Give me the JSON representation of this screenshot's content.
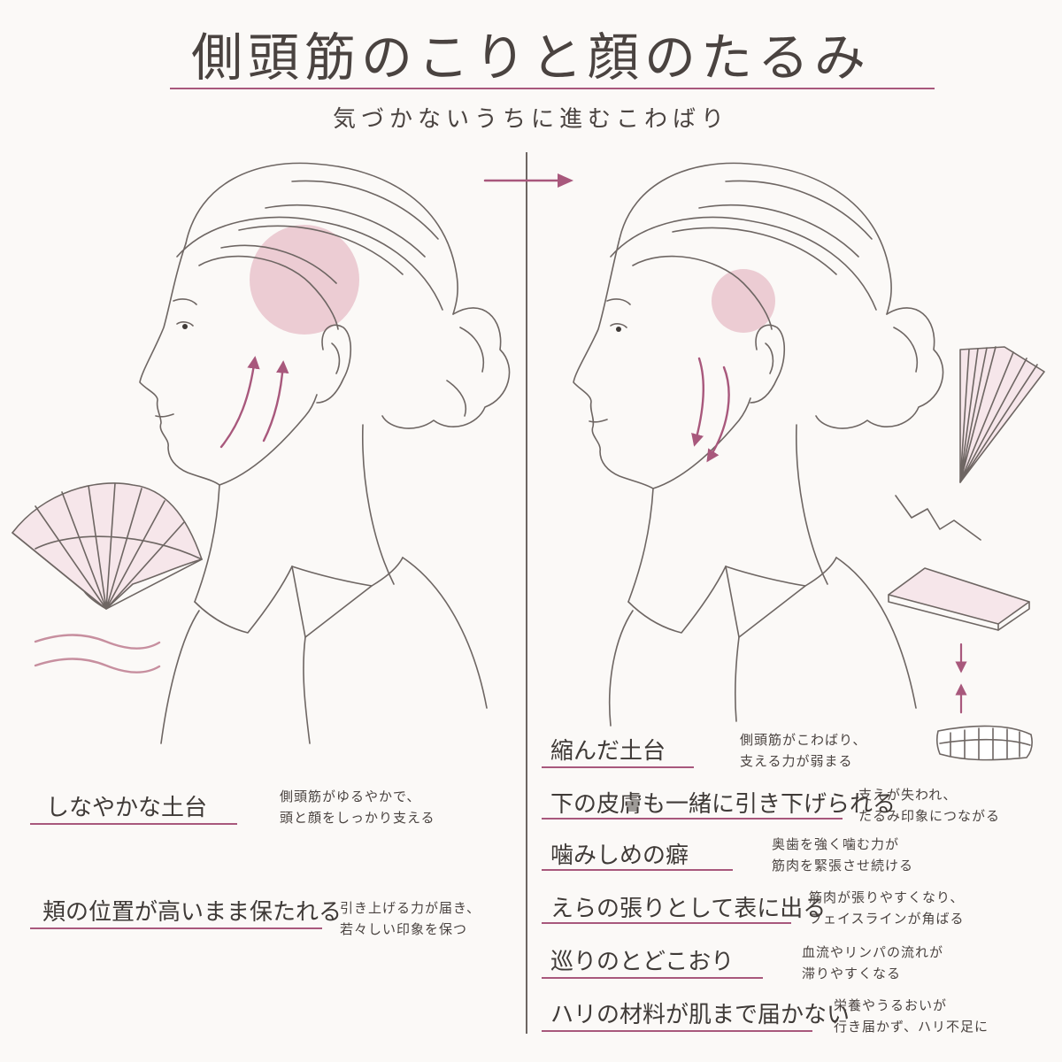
{
  "header": {
    "title": "側頭筋のこりと顔のたるみ",
    "subtitle": "気づかないうちに進むこわばり"
  },
  "colors": {
    "accent": "#a8587c",
    "highlight": "#e9c4cc",
    "line": "#6e6663",
    "background": "#fbf9f7"
  },
  "icons": {
    "left": [
      "woman-profile-relaxed",
      "folding-fan-open",
      "wavy-lines"
    ],
    "right": [
      "woman-profile-tense",
      "folding-fan-closed",
      "zigzag-tension",
      "smartphone",
      "arrow-down",
      "arrow-up",
      "teeth-clenched"
    ],
    "center": "arrow-right"
  },
  "left_items": [
    {
      "term": "しなやかな土台",
      "note": "側頭筋がゆるやかで、\n頭と顔をしっかり支える"
    },
    {
      "term": "頬の位置が高いまま保たれる",
      "note": "引き上げる力が届き、\n若々しい印象を保つ"
    }
  ],
  "right_items": [
    {
      "term": "縮んだ土台",
      "note": "側頭筋がこわばり、\n支える力が弱まる"
    },
    {
      "term": "下の皮膚も一緒に引き下げられる",
      "note": "支えが失われ、\nたるみ印象につながる"
    },
    {
      "term": "噛みしめの癖",
      "note": "奥歯を強く噛む力が\n筋肉を緊張させ続ける"
    },
    {
      "term": "えらの張りとして表に出る",
      "note": "筋肉が張りやすくなり、\nフェイスラインが角ばる"
    },
    {
      "term": "巡りのとどこおり",
      "note": "血流やリンパの流れが\n滞りやすくなる"
    },
    {
      "term": "ハリの材料が肌まで届かない",
      "note": "栄養やうるおいが\n行き届かず、ハリ不足に"
    }
  ]
}
